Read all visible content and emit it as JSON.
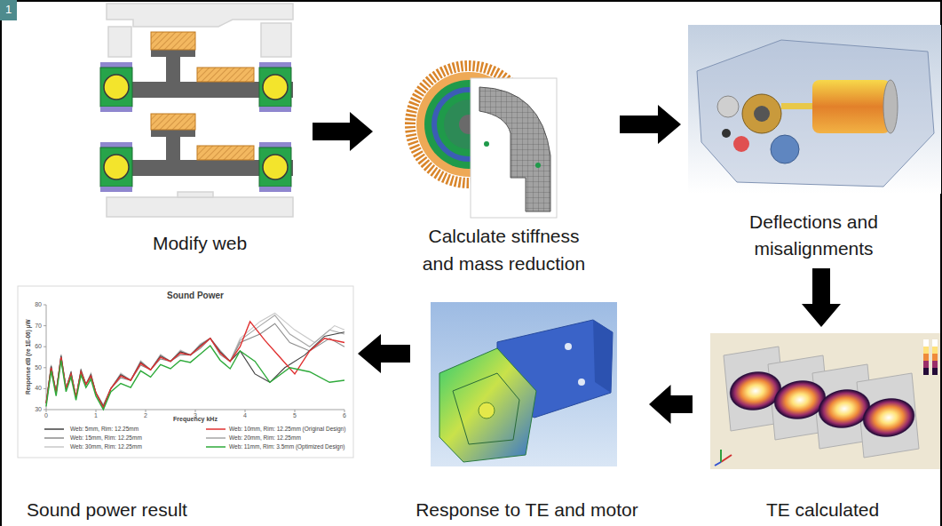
{
  "diagram": {
    "nodes": [
      {
        "text": [
          "Modify web"
        ]
      },
      {
        "text": [
          "Calculate stiffness and mass reduction"
        ]
      },
      {
        "text": [
          "Deflections and misalignments"
        ]
      },
      {
        "text": [
          "TE calculated"
        ]
      },
      {
        "text": [
          "Response to TE and motor"
        ]
      },
      {
        "text": [
          "Sound power result"
        ]
      }
    ],
    "edges": [
      {
        "from": 0,
        "to": 1,
        "arrow": "to"
      },
      {
        "from": 1,
        "to": 2,
        "arrow": "to"
      },
      {
        "from": 2,
        "to": 3,
        "arrow": "to"
      },
      {
        "from": 3,
        "to": 4,
        "arrow": "to"
      },
      {
        "from": 4,
        "to": 5,
        "arrow": "to"
      }
    ],
    "labels": [
      "1",
      "Sound Power",
      "Frequency kHz",
      "Response dB (re 1E-06) µW",
      "80",
      "70",
      "60",
      "50",
      "40",
      "30",
      "0",
      "1",
      "2",
      "3",
      "4",
      "5",
      "6"
    ],
    "legend": [
      {
        "text": "Web: 5mm, Rim: 12.25mm"
      },
      {
        "text": "Web: 10mm, Rim: 12.25mm (Original Design)"
      },
      {
        "text": "Web: 15mm, Rim: 12.25mm"
      },
      {
        "text": "Web: 20mm, Rim: 12.25mm"
      },
      {
        "text": "Web: 30mm, Rim: 12.25mm"
      },
      {
        "text": "Web: 11mm, Rim: 3.5mm (Optimized Design)"
      }
    ]
  }
}
